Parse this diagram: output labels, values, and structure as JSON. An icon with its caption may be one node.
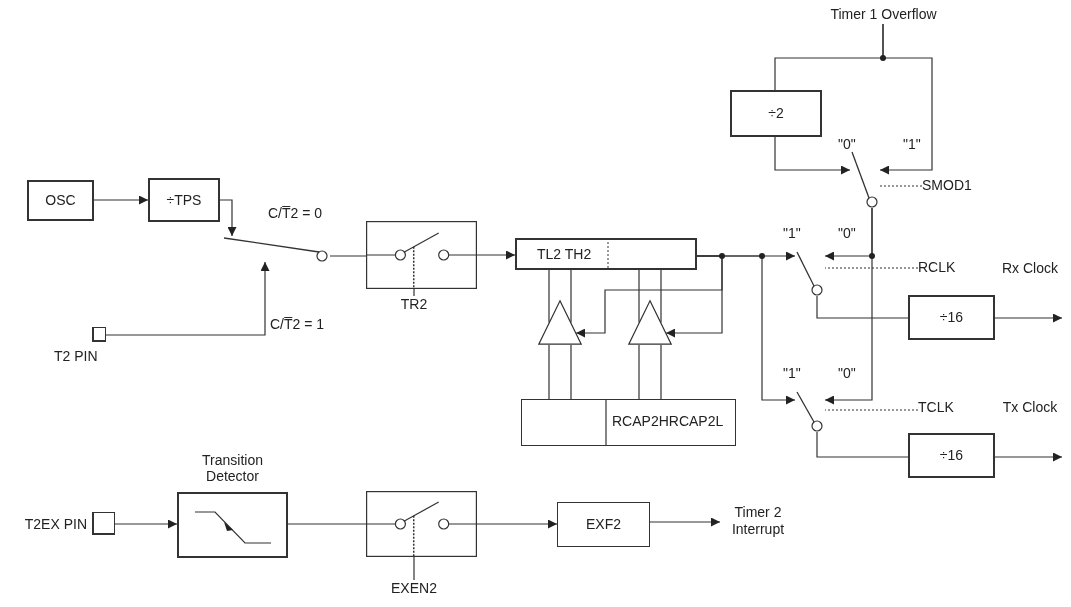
{
  "diagram": {
    "nodes": [
      {
        "text": [
          "OSC"
        ]
      },
      {
        "text": [
          "÷TPS"
        ]
      },
      {
        "text": [],
        "shape": "switch",
        "beside": [
          "C/T̅2 = 0",
          "C/T̅2 = 1"
        ]
      },
      {
        "text": [],
        "shape": "box"
      },
      {
        "text": [
          "TR2"
        ]
      },
      {
        "text": [
          "T2 PIN"
        ]
      },
      {
        "text": [
          "TL2 TH2"
        ]
      },
      {
        "text": [
          "÷2"
        ]
      },
      {
        "text": [
          "Timer 1 Overflow"
        ]
      },
      {
        "text": [],
        "shape": "switch",
        "beside": [
          "\"0\"",
          "\"1\""
        ]
      },
      {
        "text": [
          "SMOD1"
        ]
      },
      {
        "text": [],
        "shape": "switch",
        "beside": [
          "\"1\"",
          "\"0\""
        ]
      },
      {
        "text": [
          "RCLK"
        ]
      },
      {
        "text": [
          "÷16"
        ]
      },
      {
        "text": [],
        "shape": "switch",
        "beside": [
          "\"1\"",
          "\"0\""
        ]
      },
      {
        "text": [
          "TCLK"
        ]
      },
      {
        "text": [
          "÷16"
        ]
      },
      {
        "text": [],
        "shape": "triangle"
      },
      {
        "text": [],
        "shape": "triangle"
      },
      {
        "text": [
          "RCAP2HRCAP2L"
        ]
      },
      {
        "text": [
          "T2EX PIN"
        ]
      },
      {
        "text": [
          "Transition Detector"
        ]
      },
      {
        "text": [],
        "shape": "box"
      },
      {
        "text": [
          "EXEN2"
        ]
      },
      {
        "text": [
          "EXF2"
        ]
      },
      {
        "text": [
          "Timer 2 Interrupt"
        ]
      }
    ],
    "edges": [
      {
        "from": 0,
        "to": 1,
        "arrow": "to"
      },
      {
        "from": 1,
        "to": 2,
        "arrow": "to"
      },
      {
        "from": 5,
        "to": 2,
        "arrow": "to"
      },
      {
        "from": 2,
        "to": 3,
        "arrow": "none"
      },
      {
        "from": 3,
        "to": 6,
        "arrow": "to"
      },
      {
        "from": 4,
        "to": 3,
        "arrow": "none"
      },
      {
        "from": 8,
        "to": 7,
        "arrow": "none"
      },
      {
        "from": 8,
        "to": 9,
        "arrow": "to"
      },
      {
        "from": 7,
        "to": 9,
        "arrow": "to"
      },
      {
        "from": 10,
        "to": 9,
        "arrow": "none",
        "style": "dashed"
      },
      {
        "from": 9,
        "to": 11,
        "arrow": "to"
      },
      {
        "from": 9,
        "to": 14,
        "arrow": "to"
      },
      {
        "from": 6,
        "to": 11,
        "arrow": "to"
      },
      {
        "from": 6,
        "to": 14,
        "arrow": "to"
      },
      {
        "from": 6,
        "to": 18,
        "arrow": "to"
      },
      {
        "from": 6,
        "to": 17,
        "arrow": "to"
      },
      {
        "from": 19,
        "to": 17,
        "arrow": "none"
      },
      {
        "from": 19,
        "to": 18,
        "arrow": "none"
      },
      {
        "from": 17,
        "to": 6,
        "arrow": "none"
      },
      {
        "from": 18,
        "to": 6,
        "arrow": "none"
      },
      {
        "from": 12,
        "to": 11,
        "arrow": "none",
        "style": "dashed"
      },
      {
        "from": 11,
        "to": 13,
        "arrow": "none"
      },
      {
        "from": 13,
        "to": null,
        "arrow": "to"
      },
      {
        "from": 15,
        "to": 14,
        "arrow": "none",
        "style": "dashed"
      },
      {
        "from": 14,
        "to": 16,
        "arrow": "none"
      },
      {
        "from": 16,
        "to": null,
        "arrow": "to"
      },
      {
        "from": 20,
        "to": 21,
        "arrow": "to"
      },
      {
        "from": 21,
        "to": 22,
        "arrow": "none"
      },
      {
        "from": 22,
        "to": 24,
        "arrow": "to"
      },
      {
        "from": 23,
        "to": 22,
        "arrow": "none"
      },
      {
        "from": 24,
        "to": 25,
        "arrow": "to"
      }
    ],
    "labels": [
      "Rx Clock",
      "Tx Clock"
    ]
  }
}
